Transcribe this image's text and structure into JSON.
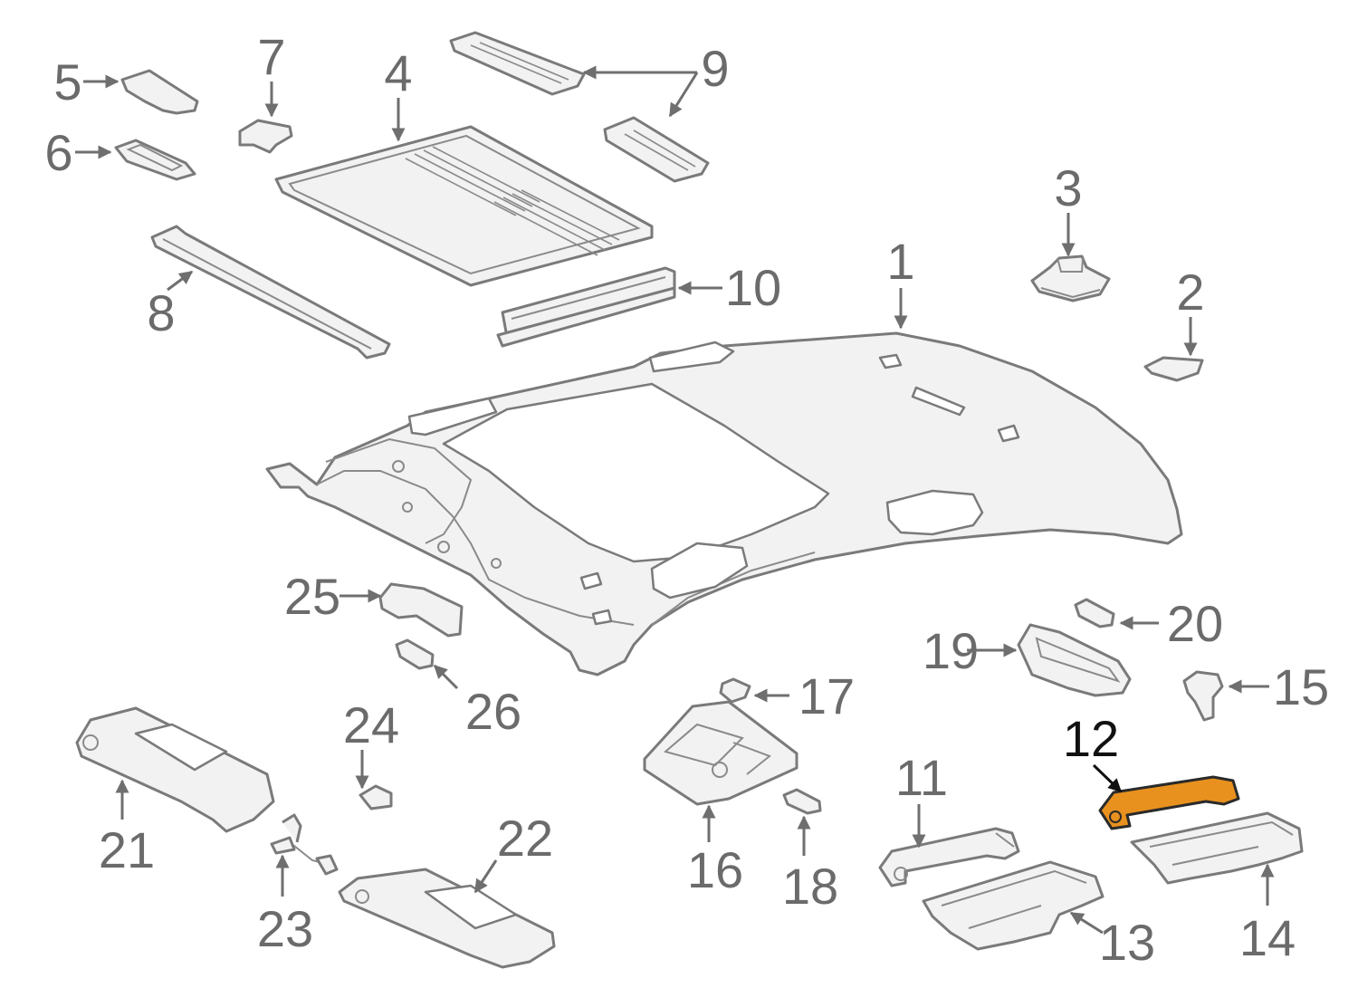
{
  "diagram": {
    "highlight_color": "#e8911e",
    "callouts": [
      "1",
      "2",
      "3",
      "4",
      "5",
      "6",
      "7",
      "8",
      "9",
      "10",
      "11",
      "12",
      "13",
      "14",
      "15",
      "16",
      "17",
      "18",
      "19",
      "20",
      "21",
      "22",
      "23",
      "24",
      "25",
      "26"
    ],
    "highlighted_callout": "12"
  }
}
